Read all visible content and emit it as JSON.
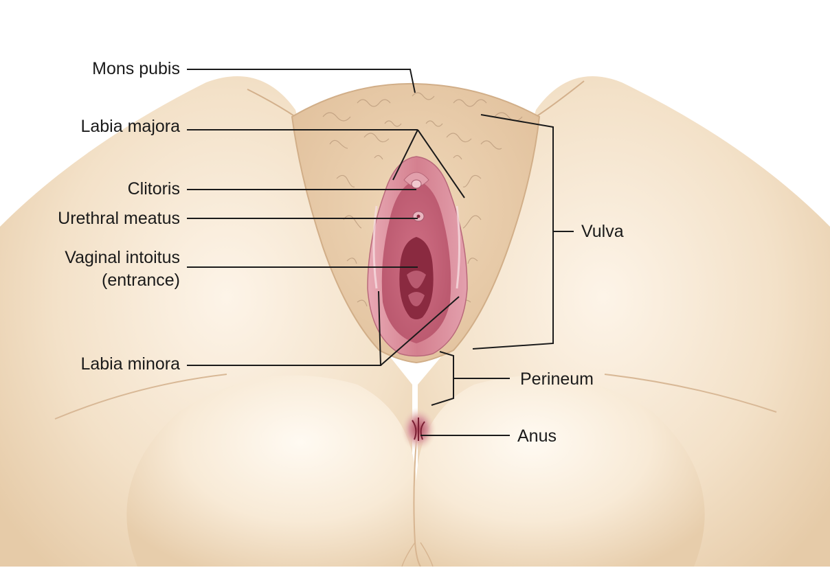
{
  "diagram": {
    "labels": {
      "mons_pubis": "Mons pubis",
      "labia_majora": "Labia majora",
      "clitoris": "Clitoris",
      "urethral_meatus": "Urethral meatus",
      "vaginal_introitus_line1": "Vaginal intoitus",
      "vaginal_introitus_line2": "(entrance)",
      "labia_minora": "Labia minora",
      "vulva": "Vulva",
      "perineum": "Perineum",
      "anus": "Anus"
    }
  },
  "colors": {
    "background": "#ffffff",
    "skin_light": "#f6e6d0",
    "skin_mid": "#ead2b4",
    "skin_shadow": "#d9b994",
    "hair": "#b8987a",
    "labia_minora": "#d98b9a",
    "mucosa": "#c25a72",
    "mucosa_dark": "#8a2a40",
    "leader_line": "#1a1a1a"
  }
}
